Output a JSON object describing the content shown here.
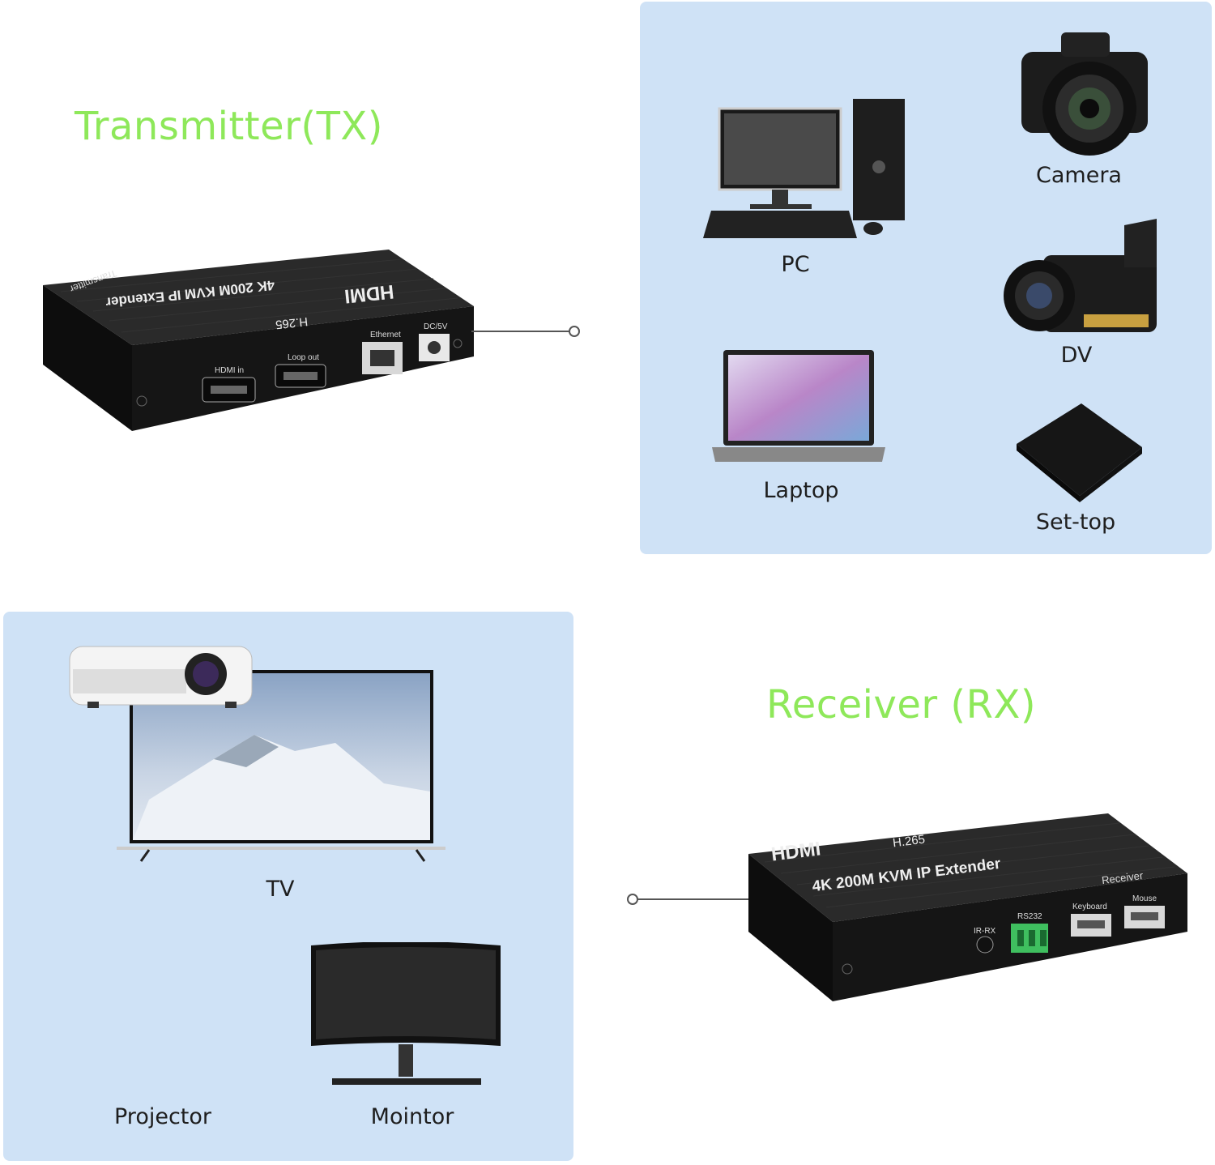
{
  "tx": {
    "title": "Transmitter(TX)",
    "device": {
      "side_label": "Transmitter",
      "model": "4K 200M KVM IP Extender",
      "logo": "HDMI",
      "codec": "H.265",
      "ports": [
        "HDMI in",
        "Loop out",
        "Ethernet",
        "DC/5V"
      ]
    }
  },
  "sources": {
    "items": [
      {
        "label": "PC",
        "icon": "pc-icon"
      },
      {
        "label": "Camera",
        "icon": "camera-icon"
      },
      {
        "label": "DV",
        "icon": "camcorder-icon"
      },
      {
        "label": "Laptop",
        "icon": "laptop-icon"
      },
      {
        "label": "Set-top",
        "icon": "set-top-box-icon"
      }
    ]
  },
  "rx": {
    "title": "Receiver (RX)",
    "device": {
      "side_label": "Receiver",
      "model": "4K 200M KVM IP Extender",
      "logo": "HDMI",
      "codec": "H.265",
      "ports": [
        "IR-RX",
        "RS232",
        "Keyboard",
        "Mouse"
      ]
    }
  },
  "displays": {
    "items": [
      {
        "label": "TV",
        "icon": "tv-icon"
      },
      {
        "label": "Projector",
        "icon": "projector-icon"
      },
      {
        "label": "Mointor",
        "icon": "monitor-icon"
      }
    ]
  },
  "colors": {
    "title_green": "#8ee85a",
    "panel_blue": "#cfe2f6",
    "device_black": "#1c1c1c"
  }
}
